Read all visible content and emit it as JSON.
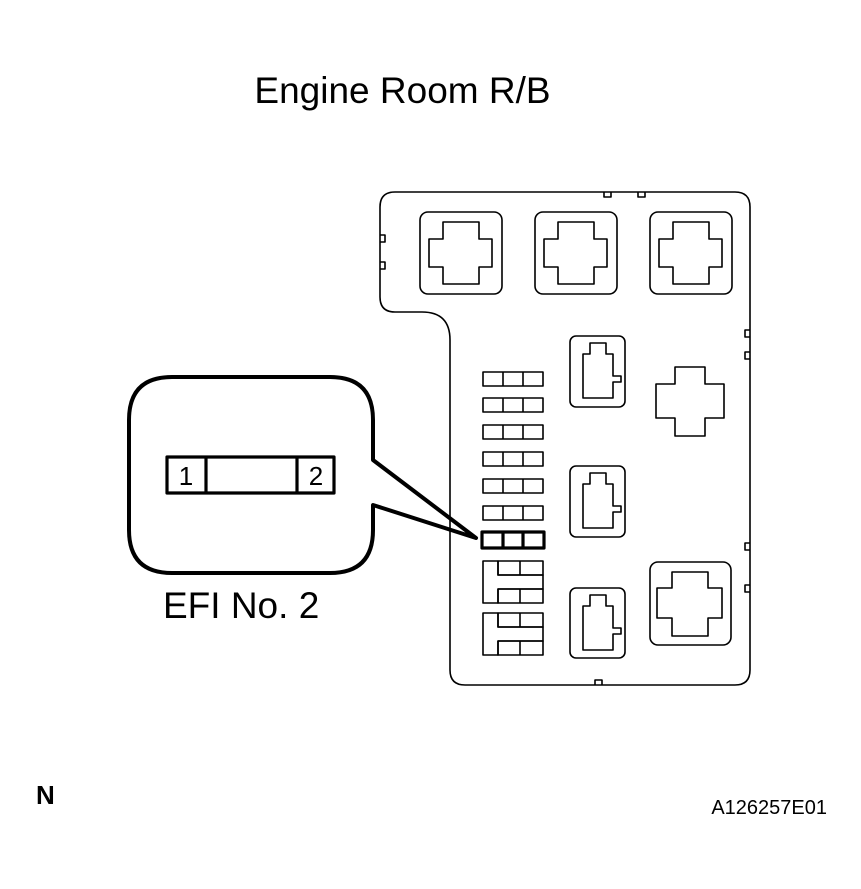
{
  "title": "Engine Room R/B",
  "callout": {
    "label": "EFI No. 2",
    "terminal_1": "1",
    "terminal_2": "2"
  },
  "corner_mark": "N",
  "figure_code": "A126257E01",
  "colors": {
    "line": "#000000",
    "background": "#ffffff"
  }
}
